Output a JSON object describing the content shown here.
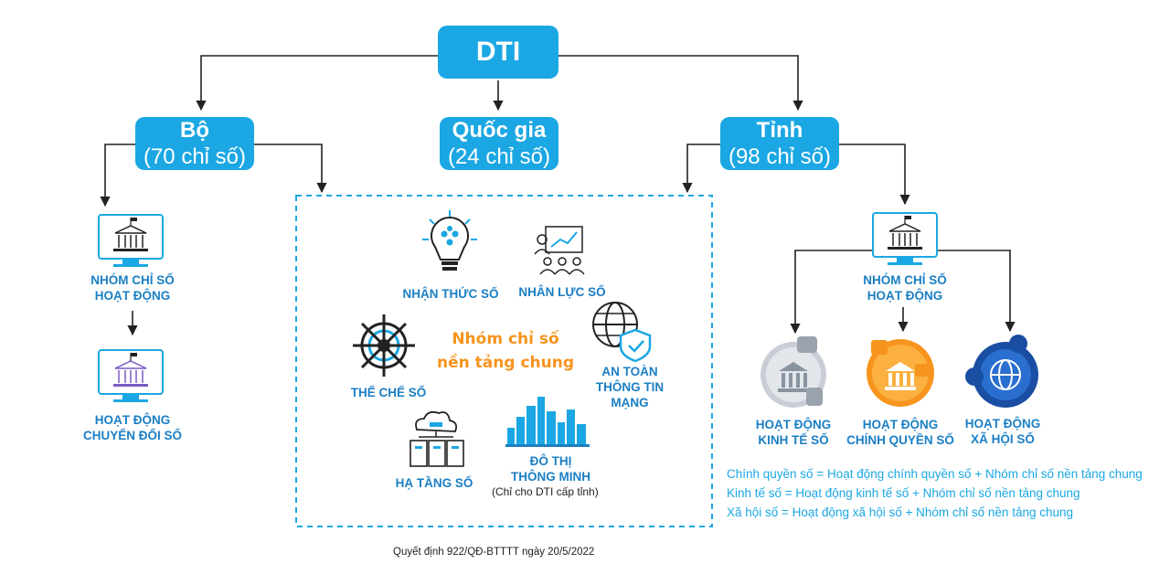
{
  "root": {
    "label": "DTI"
  },
  "levels": [
    {
      "name": "Bộ",
      "count": "(70 chỉ số)"
    },
    {
      "name": "Quốc gia",
      "count": "(24 chỉ số)"
    },
    {
      "name": "Tỉnh",
      "count": "(98 chỉ số)"
    }
  ],
  "bo": {
    "group_line1": "NHÓM CHỈ SỐ",
    "group_line2": "HOẠT ĐỘNG",
    "activity_line1": "HOẠT ĐỘNG",
    "activity_line2": "CHUYỂN ĐỔI SỐ"
  },
  "common": {
    "title_line1": "Nhóm chỉ số",
    "title_line2": "nền tảng chung",
    "awareness": "NHẬN THỨC SỐ",
    "human": "NHÂN LỰC SỐ",
    "institution": "THỂ CHẾ SỐ",
    "security_line1": "AN TOÀN",
    "security_line2": "THÔNG TIN MẠNG",
    "infra": "HẠ TẦNG SỐ",
    "city_line1": "ĐÔ THỊ",
    "city_line2": "THÔNG MINH",
    "city_note": "(Chỉ cho DTI cấp tỉnh)"
  },
  "tinh": {
    "group_line1": "NHÓM CHỈ SỐ",
    "group_line2": "HOẠT ĐỘNG",
    "economy_line1": "HOẠT ĐỘNG",
    "economy_line2": "KINH TẾ SỐ",
    "government_line1": "HOẠT ĐỘNG",
    "government_line2": "CHÍNH QUYỀN SỐ",
    "society_line1": "HOẠT ĐỘNG",
    "society_line2": "XÃ HỘI SỐ"
  },
  "formulas": [
    "Chính quyền số = Hoạt động chính quyền số + Nhóm chỉ số nền tảng chung",
    "Kinh tế số = Hoạt động kinh tế số + Nhóm chỉ số nền tảng chung",
    "Xã hội số = Hoạt động xã hội số + Nhóm chỉ số nền tảng chung"
  ],
  "footnote": "Quyết định 922/QĐ-BTTTT ngày 20/5/2022",
  "colors": {
    "primary": "#1ba7e3",
    "label": "#1b7fc4",
    "accent": "#f7941d",
    "line": "#222222"
  }
}
